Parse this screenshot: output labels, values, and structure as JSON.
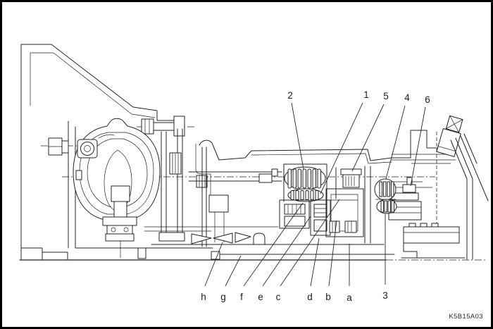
{
  "figure": {
    "code": "K5B15A03",
    "callouts_top": [
      "2",
      "1",
      "5",
      "4",
      "6"
    ],
    "callouts_bottom": [
      "h",
      "g",
      "f",
      "e",
      "c",
      "d",
      "b",
      "a",
      "3"
    ]
  },
  "colors": {
    "line": "#232323",
    "background": "#ffffff",
    "frame": "#000000"
  }
}
